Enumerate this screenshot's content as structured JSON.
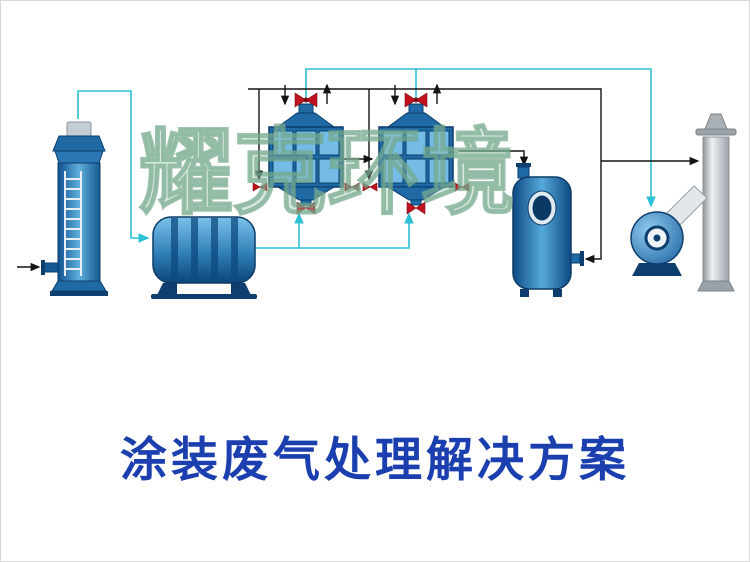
{
  "watermark": {
    "text": "耀克环境"
  },
  "title": {
    "text": "涂装废气处理解决方案"
  },
  "colors": {
    "pipe-cyan": "#2bc0d4",
    "pipe-black": "#141414",
    "valve-red": "#c1121f",
    "equipment-blue": "#1f6aa5",
    "equipment-blue-dark": "#0d3e6e",
    "equipment-blue-light": "#6db4e0",
    "chimney-gray": "#aab2b8",
    "title-blue": "#1b3fae",
    "watermark-green": "#6fae8f"
  },
  "equipment": {
    "items": [
      "spray-tower",
      "horizontal-filter-tank",
      "carbon-adsorption-box-1",
      "carbon-adsorption-box-2",
      "buffer-tank",
      "centrifugal-fan",
      "exhaust-chimney"
    ]
  }
}
